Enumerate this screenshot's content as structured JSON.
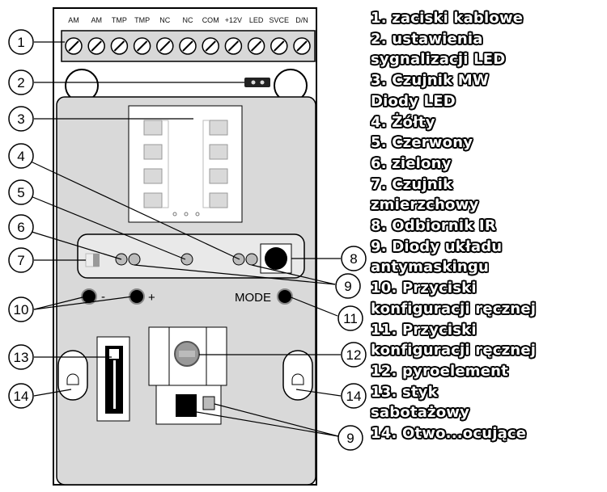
{
  "terminal_labels": [
    "AM",
    "AM",
    "TMP",
    "TMP",
    "NC",
    "NC",
    "COM",
    "+12V",
    "LED",
    "SVCE",
    "D/N"
  ],
  "buttons": {
    "minus": "-",
    "plus": "+",
    "mode": "MODE"
  },
  "callouts": [
    "1",
    "2",
    "3",
    "4",
    "5",
    "6",
    "7",
    "8",
    "9",
    "10",
    "11",
    "12",
    "13",
    "14",
    "9"
  ],
  "legend": [
    "1. zaciski kablowe",
    "2. ustawienia\nsygnalizacji LED",
    "3. Czujnik MW\nDiody LED",
    "4. Żółty",
    "5. Czerwony",
    "6. zielony",
    "7. Czujnik\nzmierzchowy",
    "8. Odbiornik IR",
    "9. Diody układu\nantymaskingu",
    "10. Przyciski\nkonfiguracji ręcznej",
    "11. Przyciski\nkonfiguracji ręcznej",
    "12. pyroelement",
    "13. styk\nsabotażowy",
    "14. Otwo...ocujące"
  ]
}
